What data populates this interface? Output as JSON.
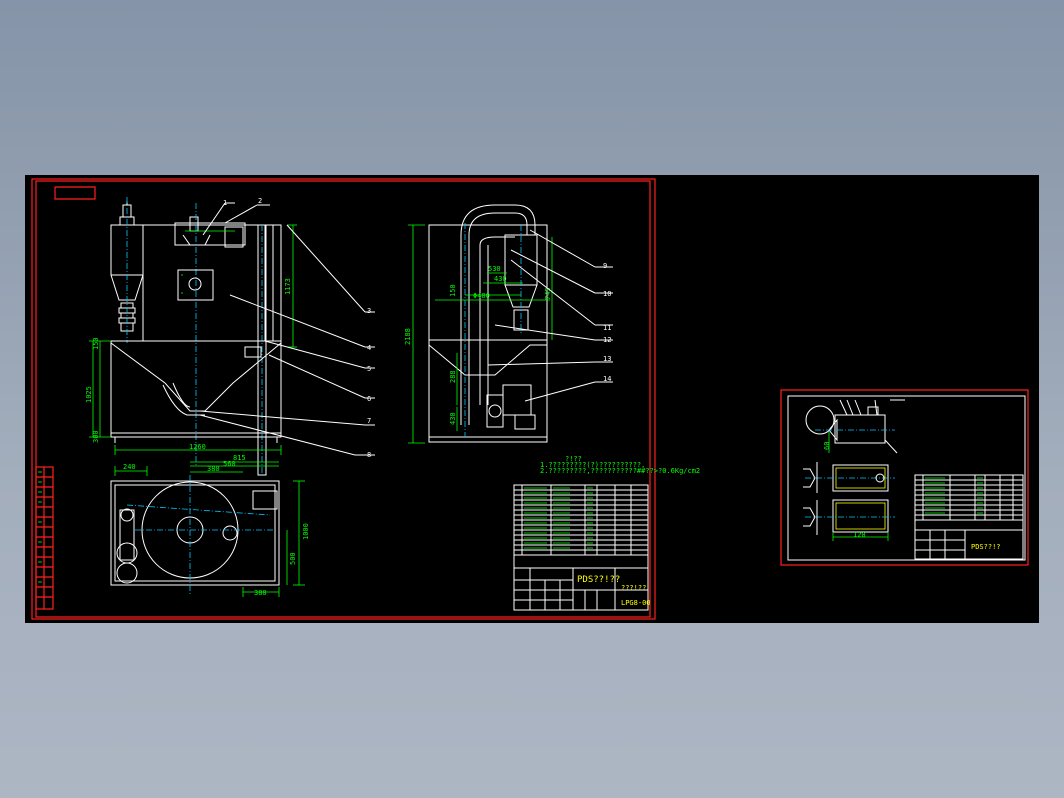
{
  "drawing": {
    "main_sheet": {
      "title_block": {
        "drawing_title": "PDS??!??",
        "drawing_number": "LPG8-00",
        "company": "???!??"
      },
      "tech_notes": {
        "heading": "?!??",
        "line1": "1.?????????(?)??????????,",
        "line2": "2.?????????,???????????##??>?0.6Kg/cm2"
      },
      "part_labels": [
        "1",
        "2",
        "3",
        "4",
        "5",
        "6",
        "7",
        "8",
        "9",
        "10",
        "11",
        "12",
        "13",
        "14"
      ],
      "dimensions": {
        "front_height_1173": "1173",
        "front_150": "150",
        "front_1025": "1025",
        "front_300": "300",
        "front_width_1260": "1260",
        "side_2188": "2188",
        "side_530": "530",
        "side_430": "430",
        "side_phi400": "Φ400",
        "side_745": "745",
        "side_288": "288",
        "side_430b": "430",
        "side_150": "150",
        "plan_240": "240",
        "plan_815": "815",
        "plan_380": "380",
        "plan_560": "560",
        "plan_1000": "1000",
        "plan_500": "500",
        "plan_380b": "380"
      }
    },
    "small_sheet": {
      "dims": {
        "d1": "120",
        "d2": "60"
      },
      "title_block": {
        "drawing_number": "PDS??!?"
      }
    }
  }
}
